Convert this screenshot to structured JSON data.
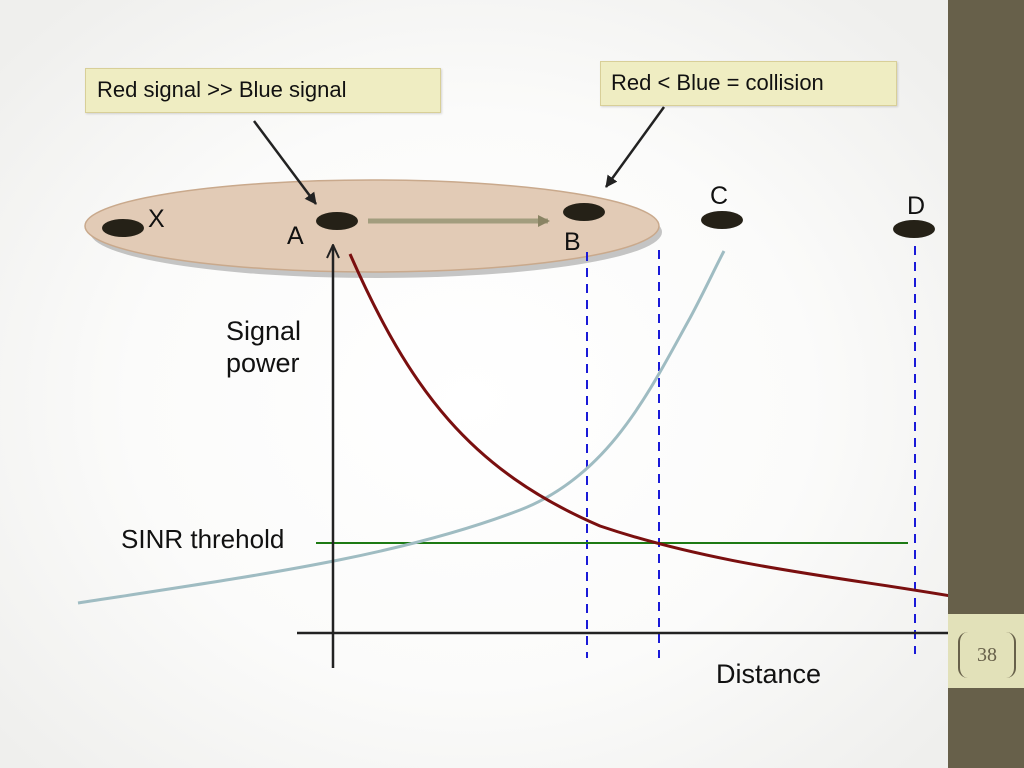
{
  "callouts": {
    "strong_signal": "Red signal >> Blue signal",
    "collision": "Red < Blue = collision"
  },
  "nodes": {
    "x": "X",
    "a": "A",
    "b": "B",
    "c": "C",
    "d": "D"
  },
  "axes": {
    "y_label_line1": "Signal",
    "y_label_line2": "power",
    "x_label": "Distance",
    "threshold_label": "SINR threhold"
  },
  "page": {
    "number": "38"
  },
  "colors": {
    "red_signal": "#7a0f0f",
    "blue_signal": "#9fbcc2",
    "threshold": "#1d7a14",
    "range_markers": "#1a1ad8",
    "range_ellipse": "#e2cbb6",
    "node_fill": "#252117",
    "sidebar": "#67604a"
  }
}
